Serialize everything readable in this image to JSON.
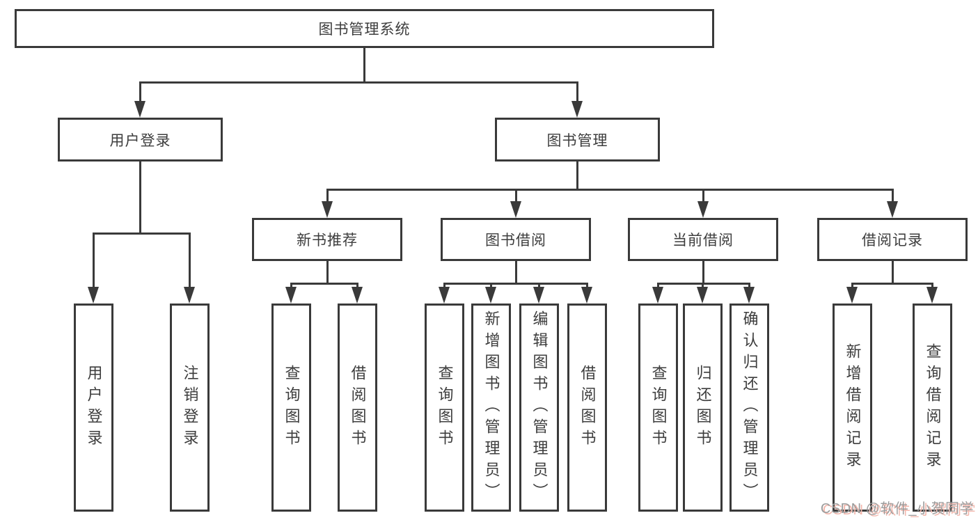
{
  "diagram": {
    "nodes": {
      "root": "图书管理系统",
      "user_login": "用户登录",
      "book_mgmt": "图书管理",
      "new_book_rec": "新书推荐",
      "book_borrow": "图书借阅",
      "current_borrow": "当前借阅",
      "borrow_records": "借阅记录",
      "ul_user_login": "用户登录",
      "ul_logout": "注销登录",
      "nb_query_book": "查询图书",
      "nb_borrow_book": "借阅图书",
      "bb_query_book": "查询图书",
      "bb_add_book": "新增图书（管理员）",
      "bb_edit_book": "编辑图书（管理员）",
      "bb_borrow_book": "借阅图书",
      "cb_query_book": "查询图书",
      "cb_return_book": "归还图书",
      "cb_confirm_return": "确认归还（管理员）",
      "br_add_record": "新增借阅记录",
      "br_query_record": "查询借阅记录"
    },
    "colors": {
      "line": "#3a3a3a",
      "text": "#3d3d3d",
      "background": "#ffffff"
    }
  },
  "watermark": {
    "text": "CSDN @软件_小贺同学",
    "color": "#9c9c9c",
    "shadow_color": "#f3b7ac"
  }
}
